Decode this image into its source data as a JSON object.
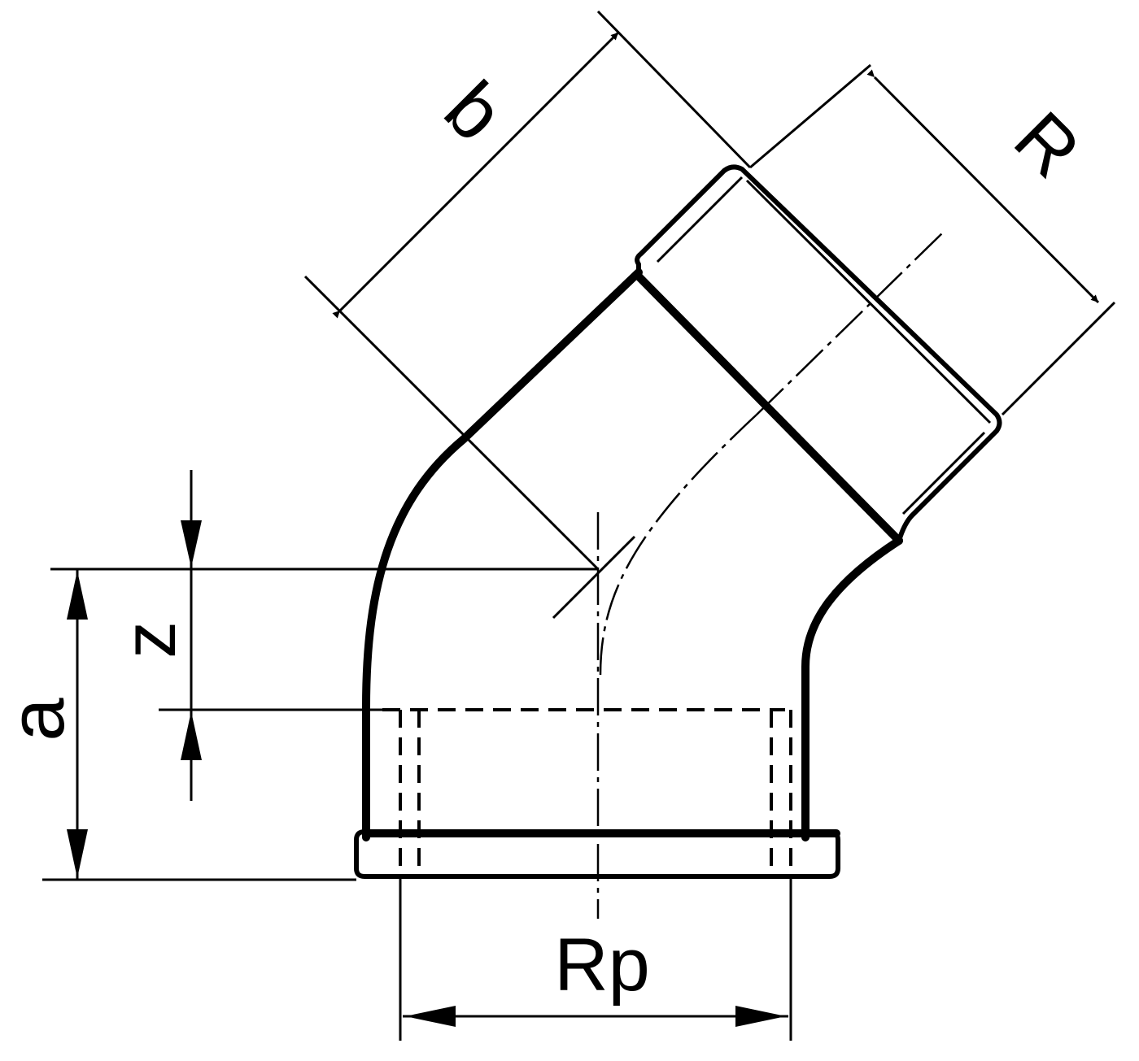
{
  "diagram": {
    "labels": {
      "b": "b",
      "R": "R",
      "z": "z",
      "a": "a",
      "Rp": "Rp"
    },
    "colors": {
      "line": "#000000",
      "background": "#ffffff"
    }
  }
}
